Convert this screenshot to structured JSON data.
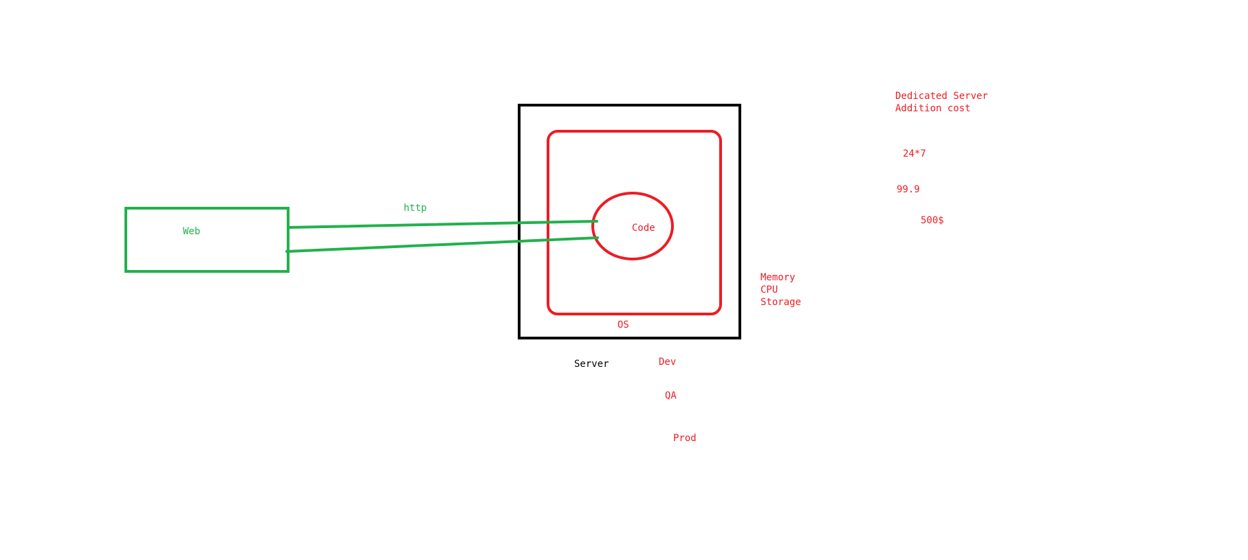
{
  "colors": {
    "green": "#22b14c",
    "red": "#ed1c24",
    "black": "#000000",
    "background": "#ffffff"
  },
  "web": {
    "label": "Web"
  },
  "connection": {
    "label": "http"
  },
  "server": {
    "label": "Server",
    "os_label": "OS",
    "code_label": "Code"
  },
  "resources": {
    "items": [
      "Memory",
      "CPU",
      "Storage"
    ]
  },
  "environments": {
    "items": [
      "Dev",
      "QA",
      "Prod"
    ]
  },
  "notes": {
    "title_line1": "Dedicated Server",
    "title_line2": "Addition cost",
    "availability": "24*7",
    "uptime": "99.9",
    "price": "500$"
  }
}
